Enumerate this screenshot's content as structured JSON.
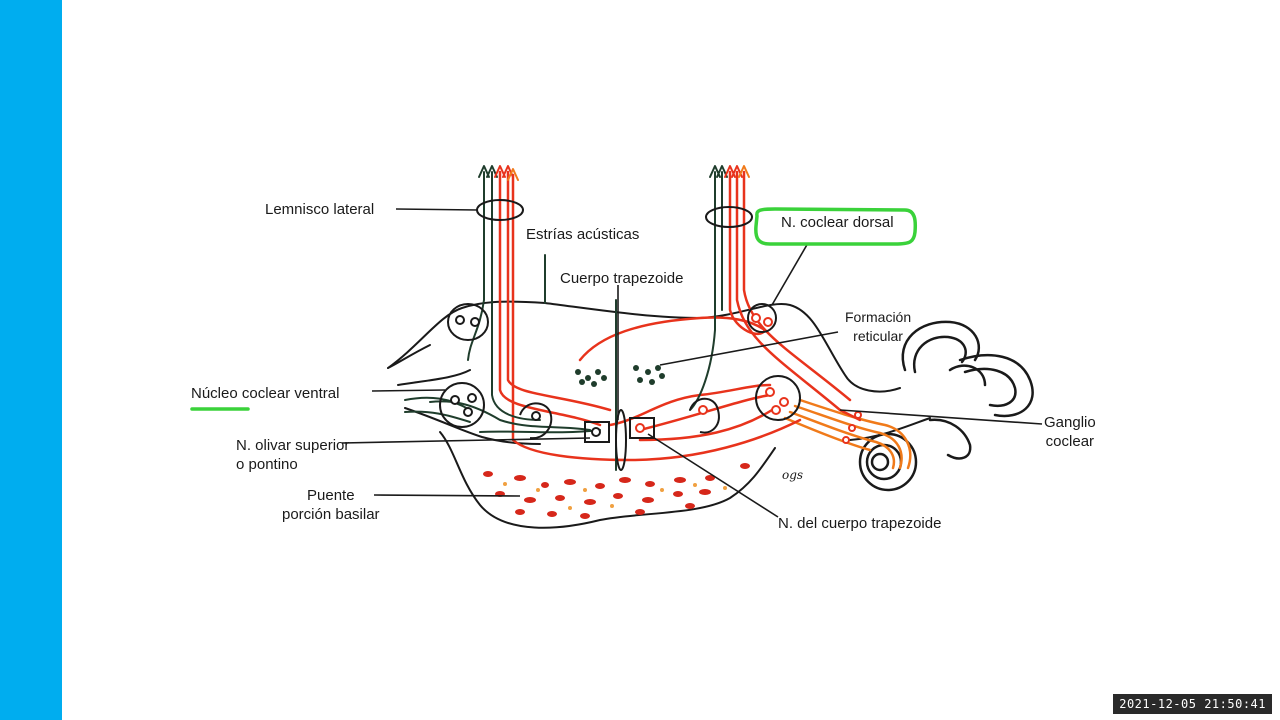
{
  "colors": {
    "sidebar": "#00adef",
    "highlight": "#3ad23a",
    "pathway_red": "#e8331c",
    "pathway_orange": "#f07a1a",
    "pathway_dark": "#1f3d2c",
    "ink": "#1a1a1a"
  },
  "labels": {
    "lemnisco_lateral": "Lemnisco lateral",
    "estrias_acusticas": "Estrías acústicas",
    "cuerpo_trapezoide": "Cuerpo trapezoide",
    "n_coclear_dorsal": "N. coclear dorsal",
    "formacion": "Formación",
    "reticular": "reticular",
    "nucleo_coclear_ventral": "Núcleo coclear ventral",
    "n_olivar_superior": "N. olivar superior",
    "o_pontino": "o pontino",
    "puente": "Puente",
    "porcion_basilar": "porción basilar",
    "ganglio": "Ganglio",
    "coclear": "coclear",
    "n_del_cuerpo_trapezoide": "N. del cuerpo trapezoide",
    "signature": "ogs"
  },
  "timestamp": "2021-12-05 21:50:41"
}
